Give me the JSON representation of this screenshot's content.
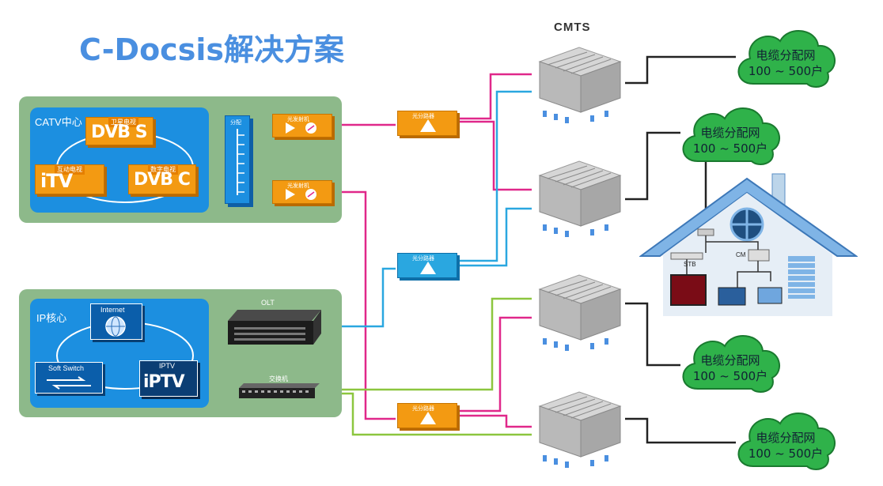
{
  "title": "C-Docsis解决方案",
  "cmts_label": "CMTS",
  "catv": {
    "label": "CATV中心",
    "sources": [
      {
        "tag": "卫星电视",
        "name": "DVB S"
      },
      {
        "tag": "互动电视",
        "name": "iTV"
      },
      {
        "tag": "数字电视",
        "name": "DVB C"
      }
    ],
    "splitter_label": "分配",
    "transmitters": [
      "光发射机",
      "光发射机"
    ]
  },
  "ip": {
    "label": "IP核心",
    "internet_label": "Internet",
    "softswitch_label": "Soft Switch",
    "iptv_tag": "IPTV",
    "iptv_name": "iPTV",
    "olt_label": "OLT",
    "switch_label": "交换机"
  },
  "optical_splitters": [
    "光分路器",
    "光分路器",
    "光分路器"
  ],
  "clouds": [
    {
      "line1": "电缆分配网",
      "line2": "100 ~ 500户"
    },
    {
      "line1": "电缆分配网",
      "line2": "100 ~ 500户"
    },
    {
      "line1": "电缆分配网",
      "line2": "100 ~ 500户"
    },
    {
      "line1": "电缆分配网",
      "line2": "100 ~ 500户"
    }
  ],
  "house": {
    "stb_label": "STB",
    "cm_label": "CM"
  },
  "colors": {
    "catv_line": "#e0288a",
    "olt_line": "#2aa7e0",
    "switch_line": "#8cc63f",
    "panel": "#8db98a",
    "inner": "#1c8fe0",
    "accent": "#f39a12",
    "title": "#4a8fe0"
  }
}
